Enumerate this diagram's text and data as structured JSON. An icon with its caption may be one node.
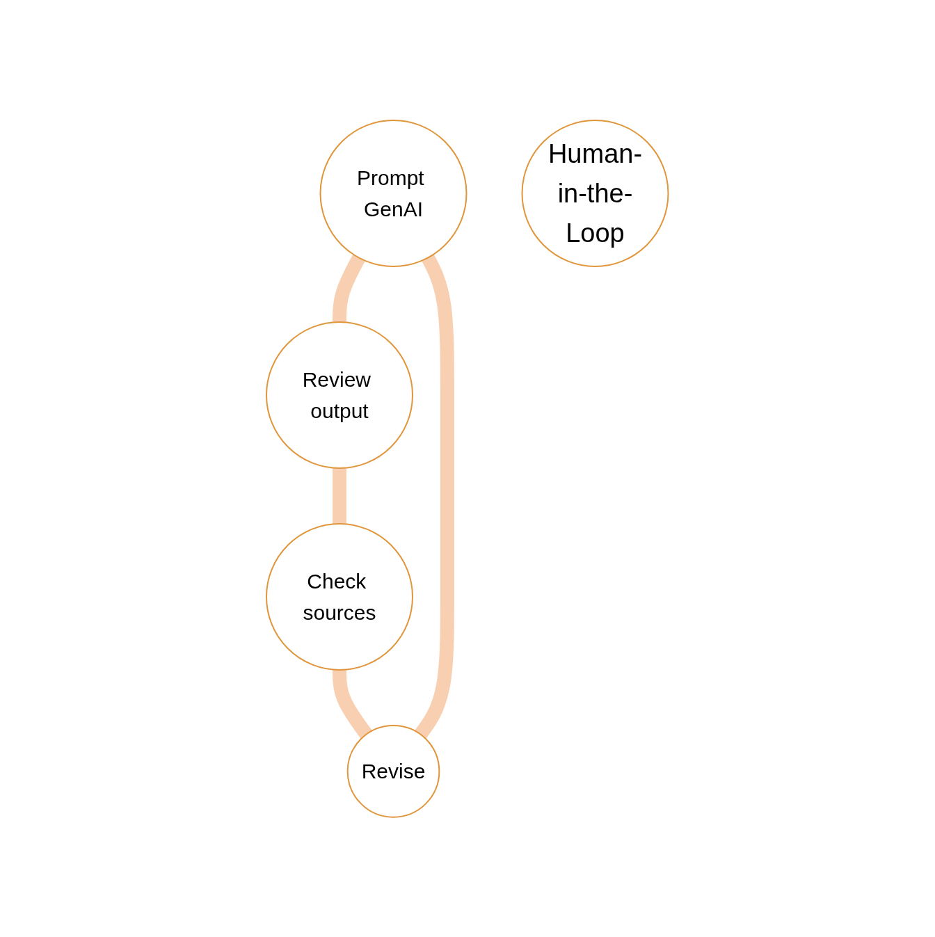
{
  "diagram": {
    "nodes": [
      {
        "text": [
          "Prompt GenAI"
        ]
      },
      {
        "text": [
          "Revise"
        ]
      },
      {
        "text": [
          "Human-in-the-Loop"
        ]
      },
      {
        "text": [
          "Review output"
        ]
      },
      {
        "text": [
          "Check sources"
        ]
      }
    ],
    "edges": [
      {
        "from": 0,
        "to": 3,
        "arrow": "none"
      },
      {
        "from": 3,
        "to": 4,
        "arrow": "none"
      },
      {
        "from": 4,
        "to": 1,
        "arrow": "none"
      },
      {
        "from": 1,
        "to": 0,
        "arrow": "none"
      }
    ]
  }
}
